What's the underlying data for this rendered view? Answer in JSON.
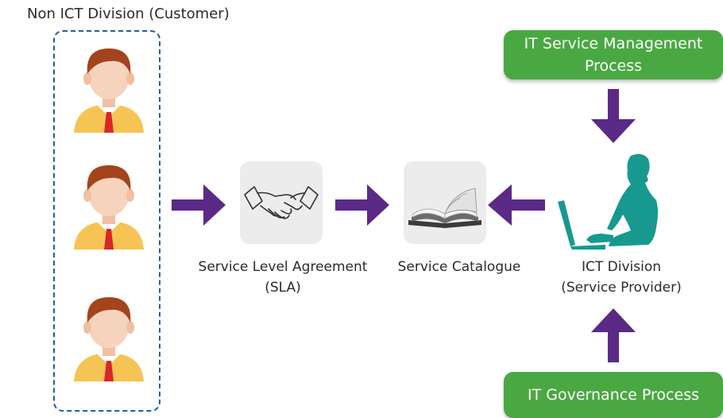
{
  "customer_group": {
    "label": "Non ICT Division (Customer)"
  },
  "sla": {
    "label_line1": "Service Level Agreement",
    "label_line2": "(SLA)"
  },
  "catalogue": {
    "label": "Service Catalogue"
  },
  "provider": {
    "label_line1": "ICT Division",
    "label_line2": "(Service Provider)"
  },
  "itsm": {
    "label_line1": "IT Service Management",
    "label_line2": "Process"
  },
  "governance": {
    "label": "IT Governance Process"
  },
  "colors": {
    "arrow": "#5b2a86",
    "green": "#4aa842",
    "teal": "#17998f",
    "dashed_border": "#1e5fa8"
  }
}
